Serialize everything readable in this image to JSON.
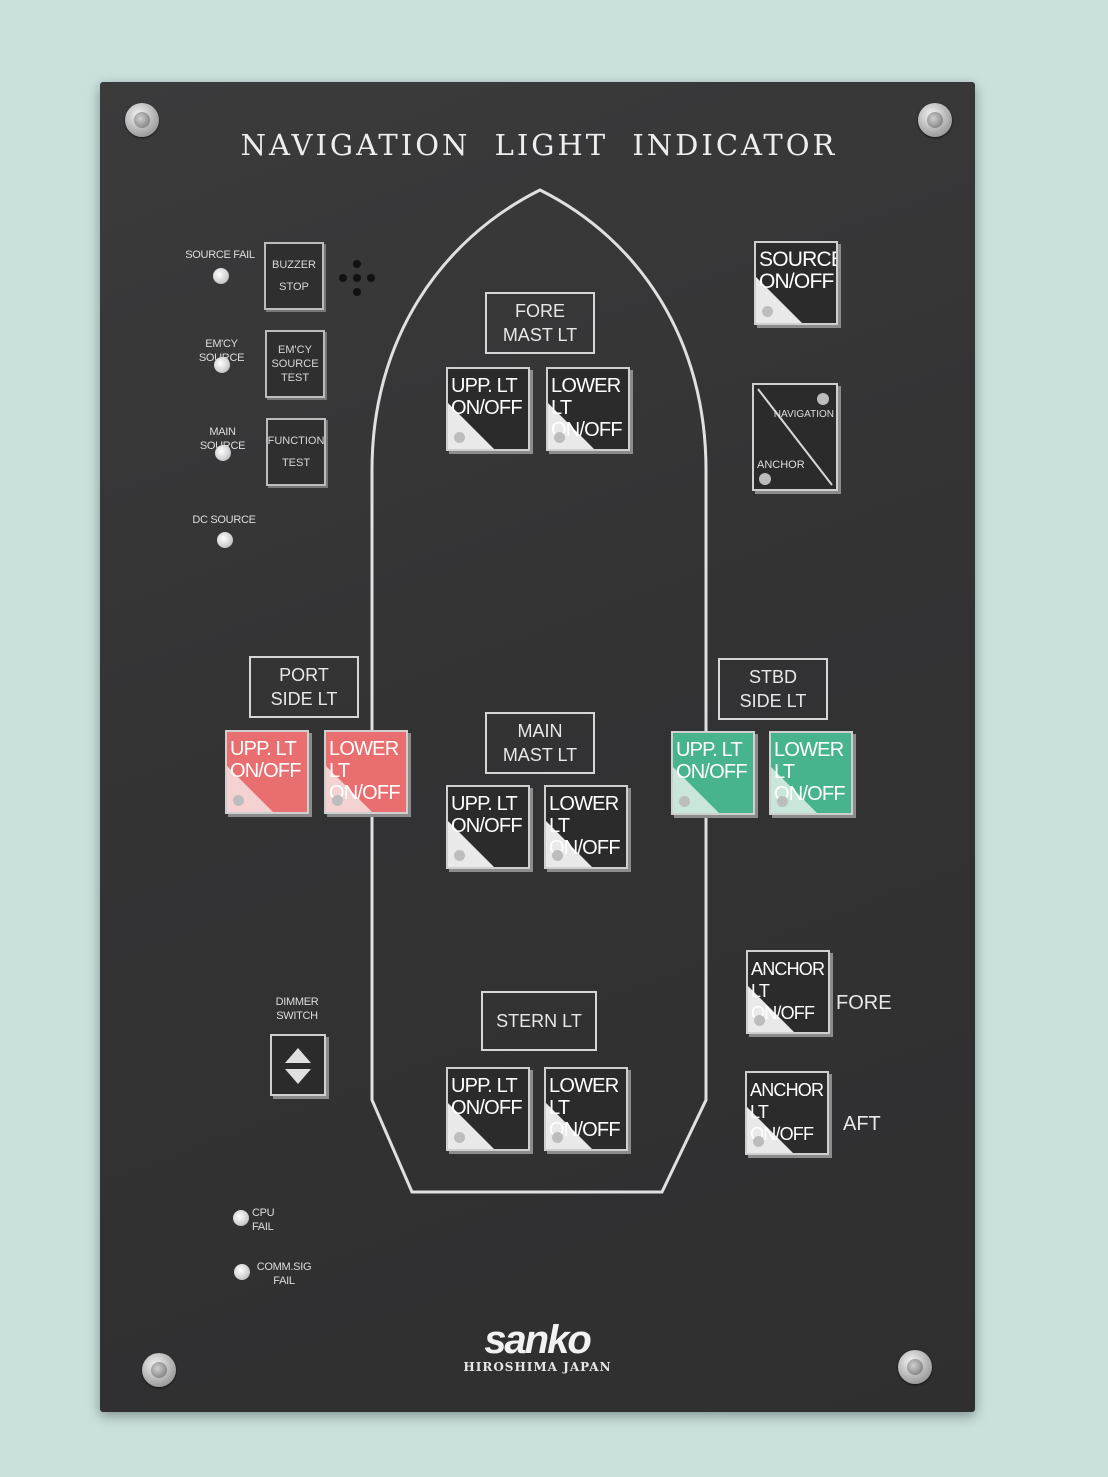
{
  "panel": {
    "title": "NAVIGATION  LIGHT  INDICATOR",
    "brand": "sanko",
    "brand_sub": "HIROSHIMA JAPAN",
    "colors": {
      "port": "#e86e6f",
      "stbd": "#47b48d",
      "panel": "#363637"
    }
  },
  "status": {
    "source_fail": "SOURCE FAIL",
    "emcy_source": "EM'CY SOURCE",
    "main_source": "MAIN SOURCE",
    "dc_source": "DC SOURCE",
    "cpu_fail": "CPU\nFAIL",
    "comm_sig_fail": "COMM.SIG\nFAIL"
  },
  "controls": {
    "buzzer_stop": "BUZZER\nSTOP",
    "emcy_test": "EM'CY\nSOURCE\nTEST",
    "function_test": "FUNCTION\nTEST",
    "source_onoff": "SOURCE\nON/OFF",
    "navigation": "NAVIGATION",
    "anchor": "ANCHOR",
    "dimmer_switch": "DIMMER\nSWITCH"
  },
  "groups": {
    "fore_mast": {
      "label": "FORE\nMAST LT",
      "upper": "UPP. LT\nON/OFF",
      "lower": "LOWER LT\nON/OFF"
    },
    "port_side": {
      "label": "PORT\nSIDE LT",
      "upper": "UPP. LT\nON/OFF",
      "lower": "LOWER LT\nON/OFF"
    },
    "main_mast": {
      "label": "MAIN\nMAST LT",
      "upper": "UPP. LT\nON/OFF",
      "lower": "LOWER LT\nON/OFF"
    },
    "stbd_side": {
      "label": "STBD\nSIDE LT",
      "upper": "UPP. LT\nON/OFF",
      "lower": "LOWER LT\nON/OFF"
    },
    "stern": {
      "label": "STERN LT",
      "upper": "UPP. LT\nON/OFF",
      "lower": "LOWER LT\nON/OFF"
    },
    "anchor": {
      "fore_key": "ANCHOR LT\nON/OFF",
      "fore_label": "FORE",
      "aft_key": "ANCHOR LT\nON/OFF",
      "aft_label": "AFT"
    }
  }
}
